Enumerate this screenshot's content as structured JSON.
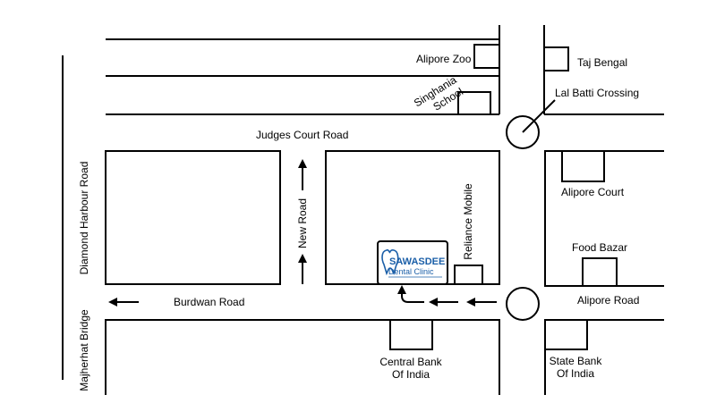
{
  "map": {
    "roads": {
      "judges_court": "Judges Court Road",
      "diamond_harbour": "Diamond Harbour Road",
      "new_road": "New Road",
      "burdwan": "Burdwan Road",
      "alipore_road": "Alipore Road",
      "majherhat": "Majherhat Bridge"
    },
    "landmarks": {
      "alipore_zoo": "Alipore Zoo",
      "taj_bengal": "Taj Bengal",
      "lal_batti": "Lal Batti Crossing",
      "singhania_1": "Singhania",
      "singhania_2": "School",
      "alipore_court": "Alipore Court",
      "food_bazar": "Food Bazar",
      "reliance_mobile": "Reliance Mobile",
      "central_bank_1": "Central Bank",
      "central_bank_2": "Of India",
      "state_bank_1": "State Bank",
      "state_bank_2": "Of India"
    },
    "clinic": {
      "name": "SAWASDEE",
      "subtitle": "Dental Clinic",
      "color": "#1b5fa8"
    }
  }
}
